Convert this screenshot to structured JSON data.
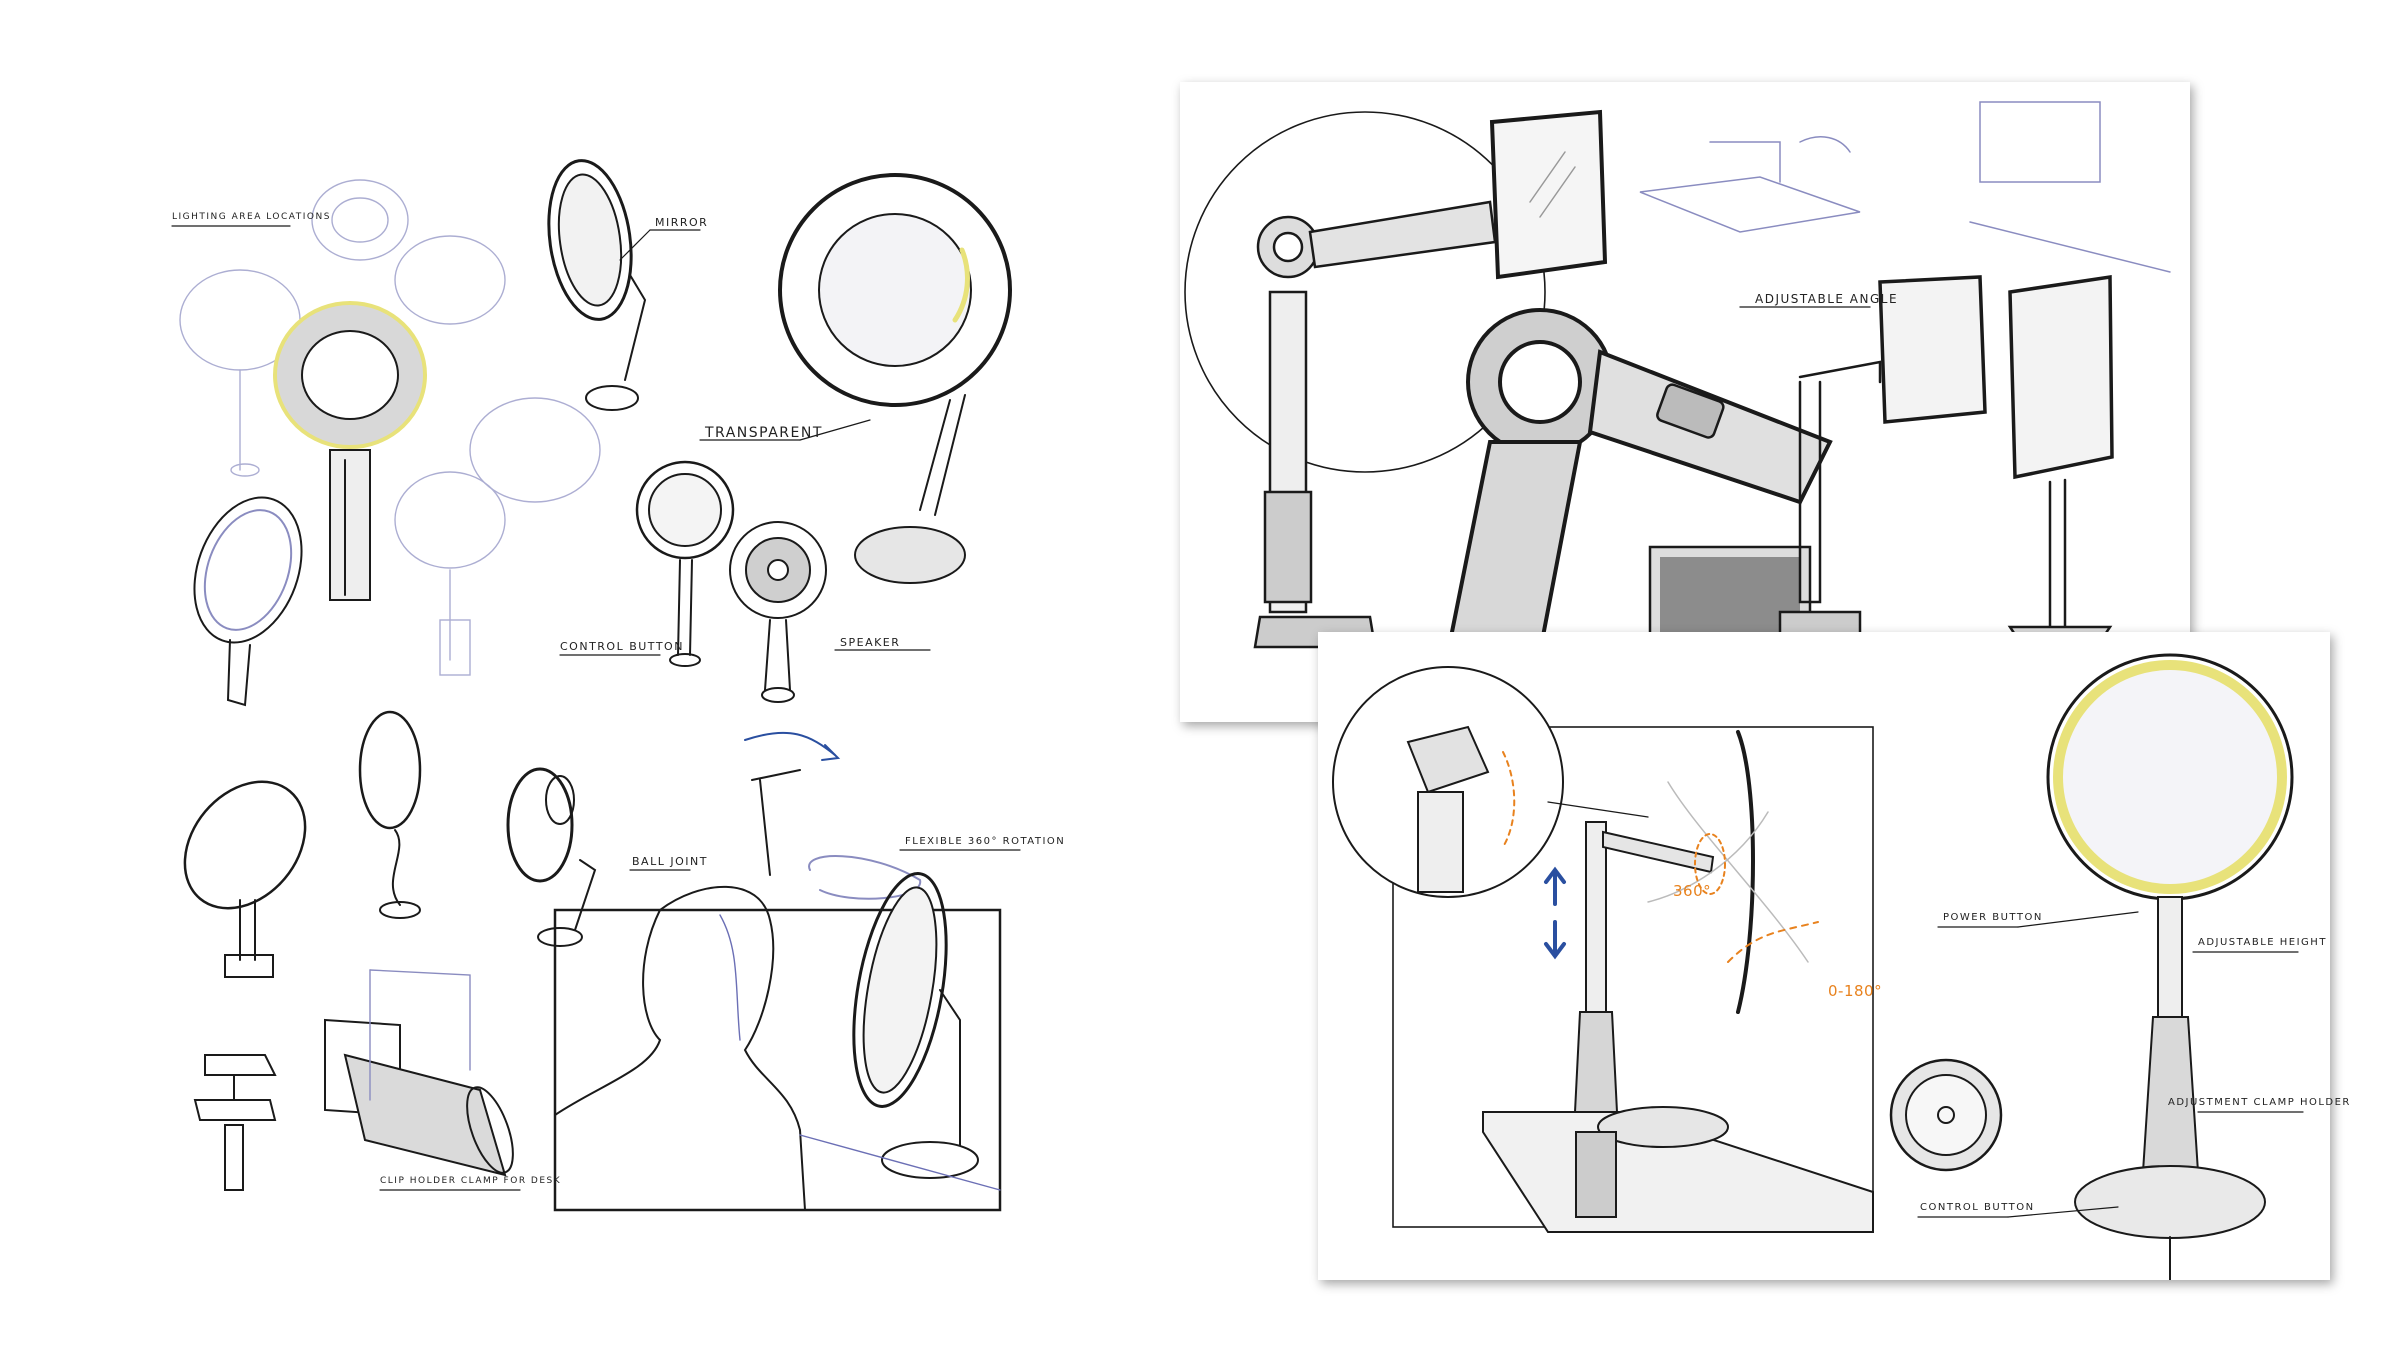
{
  "colors": {
    "ink": "#1a1a1a",
    "sketch_blue": "#6b6fb5",
    "accent_yellow": "#e8e27a",
    "accent_orange": "#e8821e",
    "arrow_blue": "#2a4fa0"
  },
  "sheet_left": {
    "labels": {
      "lighting": "Lighting area locations",
      "mirror": "Mirror",
      "transparent": "Transparent",
      "control_button": "Control button",
      "speaker": "Speaker",
      "ball_joint": "Ball joint",
      "rotation": "Flexible 360° rotation",
      "clip": "Clip holder clamp for desk"
    }
  },
  "panel_top": {
    "labels": {
      "adjustable_angle": "Adjustable angle"
    }
  },
  "panel_bottom": {
    "labels": {
      "rot360": "360°",
      "rot180": "0-180°",
      "power_button": "Power button",
      "adjustable_height": "Adjustable height",
      "clamp_holder": "Adjustment clamp holder",
      "control_button": "Control button"
    }
  }
}
